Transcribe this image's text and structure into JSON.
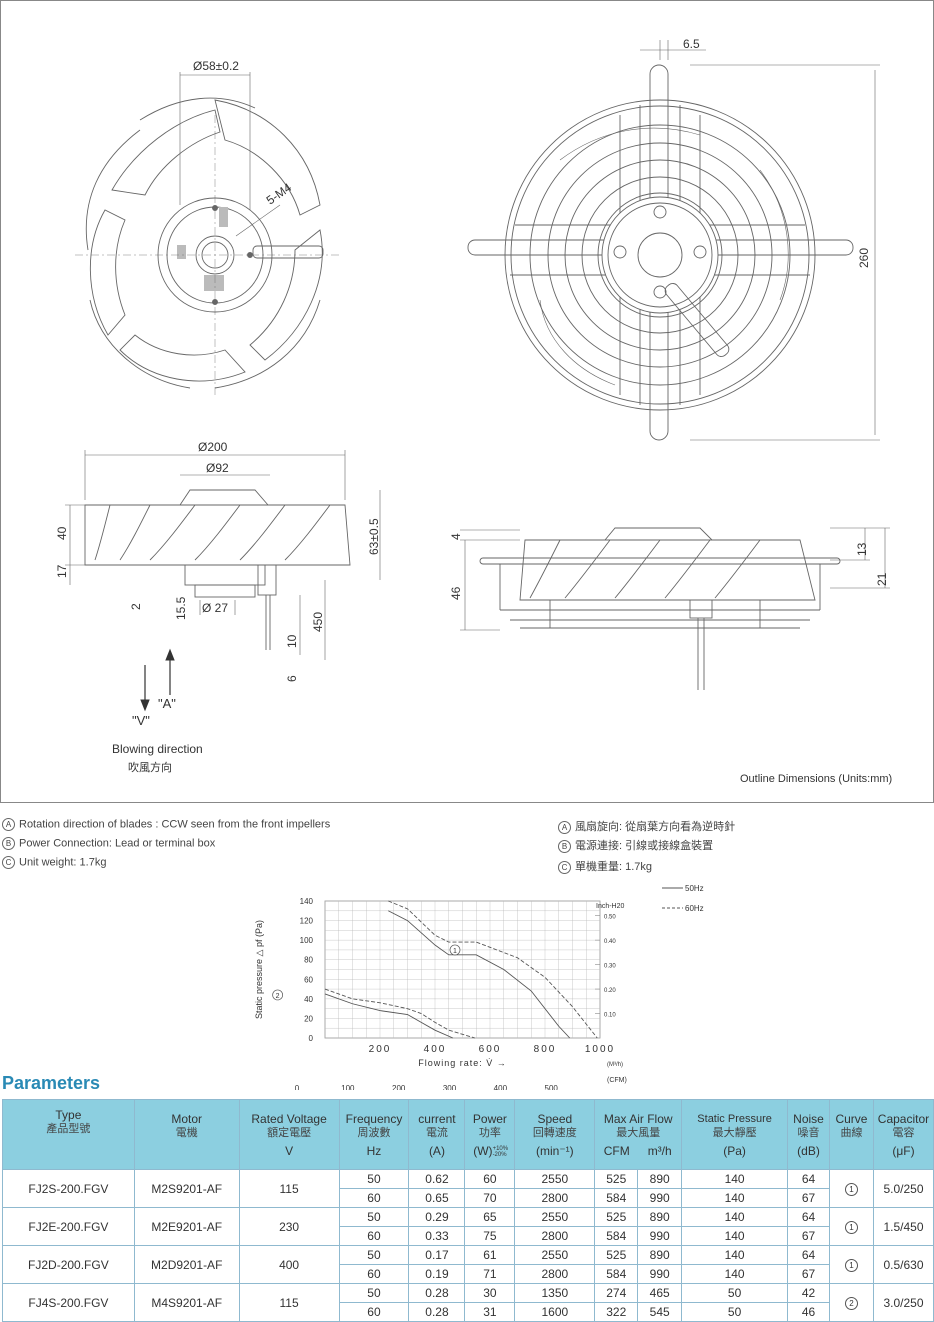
{
  "drawing": {
    "outline_label": "Outline Dimensions (Units:mm)",
    "dims": {
      "hub_dia": "Ø58±0.2",
      "screw": "5-M4",
      "guard_offset": "6.5",
      "guard_height": "260",
      "dia_200": "Ø200",
      "dia_92": "Ø92",
      "h40": "40",
      "h17": "17",
      "h63": "63±0.5",
      "h2": "2",
      "h15_5": "15.5",
      "dia_27": "Ø 27",
      "l10": "10",
      "l450": "450",
      "l6": "6",
      "r4": "4",
      "r46": "46",
      "r13": "13",
      "r21": "21"
    },
    "arrow_a": "\"A\"",
    "arrow_v": "\"V\"",
    "blow_en": "Blowing direction",
    "blow_zh": "吹風方向"
  },
  "notes": {
    "en": [
      {
        "sym": "A",
        "text": "Rotation direction of blades : CCW seen from the front impellers"
      },
      {
        "sym": "B",
        "text": "Power Connection:  Lead or terminal box"
      },
      {
        "sym": "C",
        "text": "Unit weight:  1.7kg"
      }
    ],
    "zh": [
      {
        "sym": "A",
        "text": "風扇旋向:  從扇葉方向看為逆時針"
      },
      {
        "sym": "B",
        "text": "電源連接:  引線或接線盒裝置"
      },
      {
        "sym": "C",
        "text": "單機重量:  1.7kg"
      }
    ]
  },
  "chart_data": {
    "type": "line",
    "ylabel": "Static pressure △ pf (Pa)",
    "xlabel": "Flowing rate: V̇ →",
    "x_unit": "(M³/h)",
    "x2_unit": "(CFM)",
    "y2_unit": "Inch-H20",
    "xlim": [
      0,
      1000
    ],
    "ylim": [
      0,
      140
    ],
    "x_ticks": [
      200,
      400,
      600,
      800,
      1000
    ],
    "y_ticks": [
      0,
      20,
      40,
      60,
      80,
      100,
      120,
      140
    ],
    "x2_ticks": [
      0,
      100,
      200,
      300,
      400,
      500
    ],
    "y2_ticks": [
      "0.10",
      "0.20",
      "0.30",
      "0.40",
      "0.50"
    ],
    "legend": [
      "50Hz",
      "60Hz"
    ],
    "legend_position": "top-right",
    "curve_labels": [
      "1",
      "2"
    ],
    "series": [
      {
        "name": "50Hz",
        "curve": "1",
        "x": [
          230,
          300,
          400,
          450,
          550,
          650,
          750,
          850,
          890
        ],
        "y": [
          130,
          120,
          95,
          85,
          85,
          70,
          48,
          12,
          0
        ]
      },
      {
        "name": "60Hz",
        "curve": "1",
        "x": [
          230,
          300,
          400,
          450,
          550,
          700,
          800,
          900,
          990
        ],
        "y": [
          140,
          132,
          105,
          98,
          98,
          82,
          62,
          32,
          0
        ]
      },
      {
        "name": "50Hz",
        "curve": "2",
        "x": [
          0,
          100,
          200,
          300,
          350,
          400,
          465
        ],
        "y": [
          45,
          35,
          28,
          24,
          16,
          8,
          0
        ]
      },
      {
        "name": "60Hz",
        "curve": "2",
        "x": [
          0,
          100,
          200,
          300,
          350,
          400,
          450,
          545
        ],
        "y": [
          50,
          40,
          36,
          30,
          25,
          16,
          8,
          0
        ]
      }
    ]
  },
  "params": {
    "title": "Parameters",
    "headers": {
      "type": {
        "en": "Type",
        "zh": "產品型號"
      },
      "motor": {
        "en": "Motor",
        "zh": "電機"
      },
      "voltage": {
        "en": "Rated Voltage",
        "zh": "額定電壓",
        "unit": "V"
      },
      "frequency": {
        "en": "Frequency",
        "zh": "周波數",
        "unit": "Hz"
      },
      "current": {
        "en": "current",
        "zh": "電流",
        "unit": "(A)"
      },
      "power": {
        "en": "Power",
        "zh": "功率",
        "unit": "(W)",
        "tol": "+10% -20%"
      },
      "speed": {
        "en": "Speed",
        "zh": "回轉速度",
        "unit": "(min⁻¹)"
      },
      "airflow": {
        "en": "Max Air Flow",
        "zh": "最大風量",
        "unit1": "CFM",
        "unit2": "m³/h"
      },
      "static": {
        "en": "Static Pressure",
        "zh": "最大靜壓",
        "unit": "(Pa)"
      },
      "noise": {
        "en": "Noise",
        "zh": "噪音",
        "unit": "(dB)"
      },
      "curve": {
        "en": "Curve",
        "zh": "曲線"
      },
      "capacitor": {
        "en": "Capacitor",
        "zh": "電容",
        "unit": "(μF)"
      }
    },
    "groups": [
      {
        "type": "FJ2S-200.FGV",
        "motor": "M2S9201-AF",
        "voltage": "115",
        "curve": "1",
        "capacitor": "5.0/250",
        "rows": [
          {
            "hz": "50",
            "a": "0.62",
            "w": "60",
            "rpm": "2550",
            "cfm": "525",
            "m3h": "890",
            "pa": "140",
            "db": "64"
          },
          {
            "hz": "60",
            "a": "0.65",
            "w": "70",
            "rpm": "2800",
            "cfm": "584",
            "m3h": "990",
            "pa": "140",
            "db": "67"
          }
        ]
      },
      {
        "type": "FJ2E-200.FGV",
        "motor": "M2E9201-AF",
        "voltage": "230",
        "curve": "1",
        "capacitor": "1.5/450",
        "rows": [
          {
            "hz": "50",
            "a": "0.29",
            "w": "65",
            "rpm": "2550",
            "cfm": "525",
            "m3h": "890",
            "pa": "140",
            "db": "64"
          },
          {
            "hz": "60",
            "a": "0.33",
            "w": "75",
            "rpm": "2800",
            "cfm": "584",
            "m3h": "990",
            "pa": "140",
            "db": "67"
          }
        ]
      },
      {
        "type": "FJ2D-200.FGV",
        "motor": "M2D9201-AF",
        "voltage": "400",
        "curve": "1",
        "capacitor": "0.5/630",
        "rows": [
          {
            "hz": "50",
            "a": "0.17",
            "w": "61",
            "rpm": "2550",
            "cfm": "525",
            "m3h": "890",
            "pa": "140",
            "db": "64"
          },
          {
            "hz": "60",
            "a": "0.19",
            "w": "71",
            "rpm": "2800",
            "cfm": "584",
            "m3h": "990",
            "pa": "140",
            "db": "67"
          }
        ]
      },
      {
        "type": "FJ4S-200.FGV",
        "motor": "M4S9201-AF",
        "voltage": "115",
        "curve": "2",
        "capacitor": "3.0/250",
        "rows": [
          {
            "hz": "50",
            "a": "0.28",
            "w": "30",
            "rpm": "1350",
            "cfm": "274",
            "m3h": "465",
            "pa": "50",
            "db": "42"
          },
          {
            "hz": "60",
            "a": "0.28",
            "w": "31",
            "rpm": "1600",
            "cfm": "322",
            "m3h": "545",
            "pa": "50",
            "db": "46"
          }
        ]
      }
    ]
  }
}
